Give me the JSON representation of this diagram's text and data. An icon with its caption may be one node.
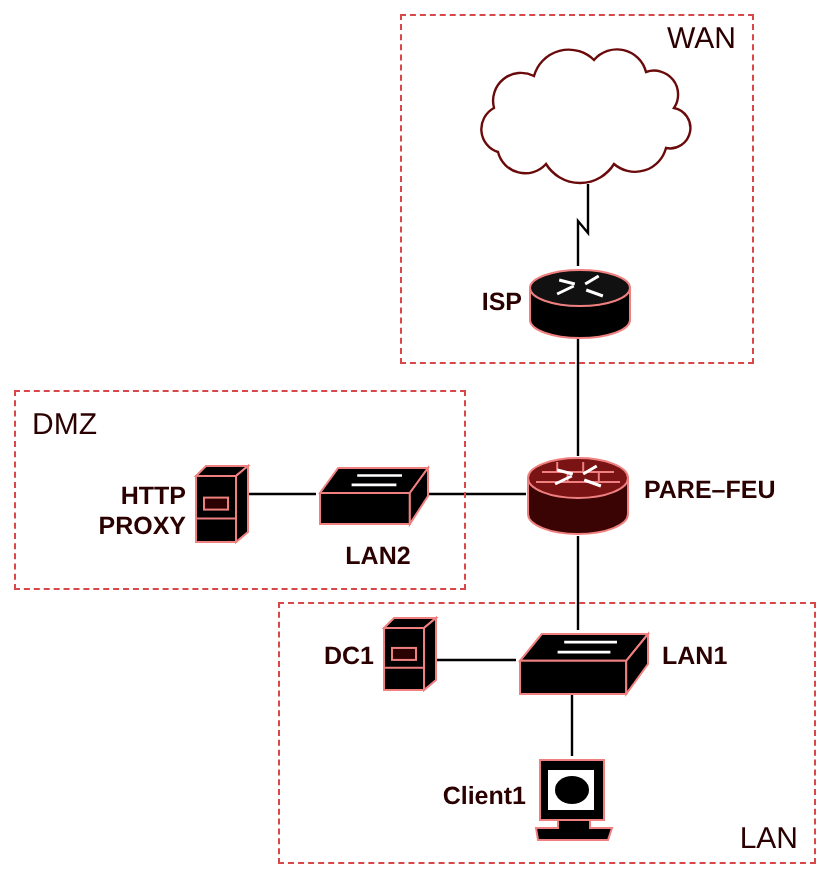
{
  "diagram": {
    "nodes": [
      {
        "text": [
          "WAN"
        ]
      },
      {
        "text": [],
        "shape": "cloud",
        "in": 0
      },
      {
        "text": [
          "ISP"
        ],
        "in": 0
      },
      {
        "text": [
          "DMZ"
        ]
      },
      {
        "text": [
          "HTTP PROXY"
        ],
        "in": 3
      },
      {
        "text": [
          "LAN2"
        ],
        "in": 3
      },
      {
        "text": [
          "PARE–FEU"
        ]
      },
      {
        "text": [
          "LAN"
        ]
      },
      {
        "text": [
          "DC1"
        ],
        "in": 7
      },
      {
        "text": [
          "LAN1"
        ],
        "in": 7
      },
      {
        "text": [
          "Client1"
        ],
        "in": 7
      }
    ],
    "edges": [
      {
        "from": 1,
        "to": 2,
        "arrow": "none"
      },
      {
        "from": 2,
        "to": 6,
        "arrow": "none"
      },
      {
        "from": 4,
        "to": 5,
        "arrow": "none"
      },
      {
        "from": 5,
        "to": 6,
        "arrow": "none"
      },
      {
        "from": 6,
        "to": 9,
        "arrow": "none"
      },
      {
        "from": 8,
        "to": 9,
        "arrow": "none"
      },
      {
        "from": 9,
        "to": 10,
        "arrow": "none"
      }
    ]
  }
}
